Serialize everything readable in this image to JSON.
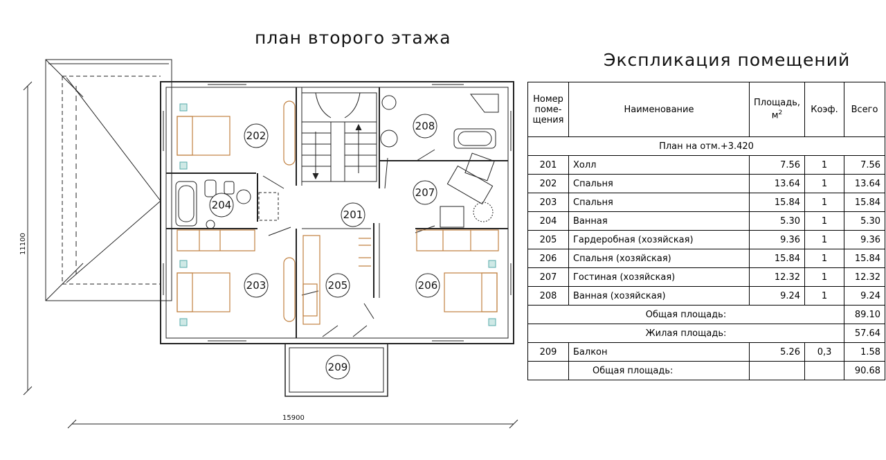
{
  "plan_title": "план второго этажа",
  "table_title": "Экспликация помещений",
  "dimensions": {
    "width": "15900",
    "height": "11100"
  },
  "rooms": [
    {
      "id": "201"
    },
    {
      "id": "202"
    },
    {
      "id": "203"
    },
    {
      "id": "204"
    },
    {
      "id": "205"
    },
    {
      "id": "206"
    },
    {
      "id": "207"
    },
    {
      "id": "208"
    },
    {
      "id": "209"
    }
  ],
  "table": {
    "headers": {
      "number": [
        "Номер",
        "поме-",
        "щения"
      ],
      "name": "Наименование",
      "area": "Площадь,",
      "area_unit": "м",
      "area_sup": "2",
      "coef": "Коэф.",
      "total": "Всего"
    },
    "section": "План на отм.+3.420",
    "rows": [
      {
        "num": "201",
        "name": "Холл",
        "area": "7.56",
        "coef": "1",
        "total": "7.56"
      },
      {
        "num": "202",
        "name": "Спальня",
        "area": "13.64",
        "coef": "1",
        "total": "13.64"
      },
      {
        "num": "203",
        "name": "Спальня",
        "area": "15.84",
        "coef": "1",
        "total": "15.84"
      },
      {
        "num": "204",
        "name": "Ванная",
        "area": "5.30",
        "coef": "1",
        "total": "5.30"
      },
      {
        "num": "205",
        "name": "Гардеробная (хозяйская)",
        "area": "9.36",
        "coef": "1",
        "total": "9.36"
      },
      {
        "num": "206",
        "name": "Спальня (хозяйская)",
        "area": "15.84",
        "coef": "1",
        "total": "15.84"
      },
      {
        "num": "207",
        "name": "Гостиная (хозяйская)",
        "area": "12.32",
        "coef": "1",
        "total": "12.32"
      },
      {
        "num": "208",
        "name": "Ванная (хозяйская)",
        "area": "9.24",
        "coef": "1",
        "total": "9.24"
      }
    ],
    "total_area": {
      "label": "Общая площадь:",
      "value": "89.10"
    },
    "living_area": {
      "label": "Жилая площадь:",
      "value": "57.64"
    },
    "balcony": {
      "num": "209",
      "name": "Балкон",
      "area": "5.26",
      "coef": "0,3",
      "total": "1.58"
    },
    "grand_total": {
      "label": "Общая площадь:",
      "value": "90.68"
    }
  }
}
